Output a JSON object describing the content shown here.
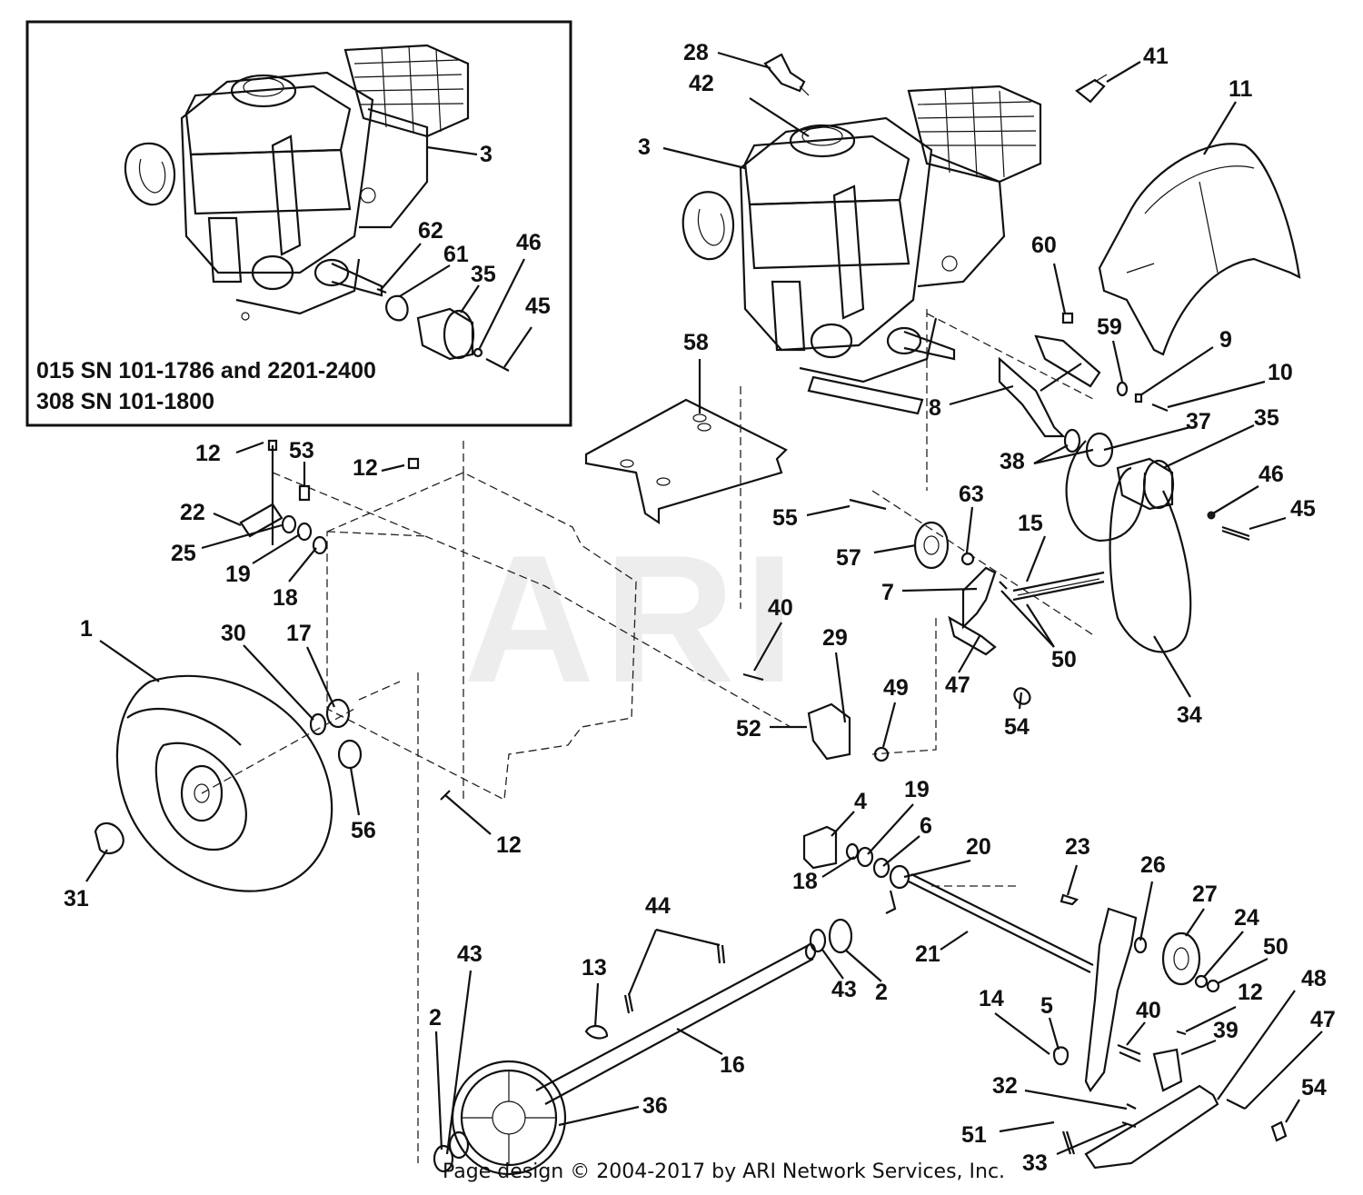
{
  "inset": {
    "line1": "015 SN 101-1786 and 2201-2400",
    "line2": "308 SN 101-1800"
  },
  "watermark": "ARI",
  "copyright": "Page design © 2004-2017 by ARI Network Services, Inc.",
  "callouts": [
    {
      "id": "c-3-inset",
      "text": "3"
    },
    {
      "id": "c-62",
      "text": "62"
    },
    {
      "id": "c-61",
      "text": "61"
    },
    {
      "id": "c-35-inset",
      "text": "35"
    },
    {
      "id": "c-46-inset",
      "text": "46"
    },
    {
      "id": "c-45-inset",
      "text": "45"
    },
    {
      "id": "c-28",
      "text": "28"
    },
    {
      "id": "c-42",
      "text": "42"
    },
    {
      "id": "c-3",
      "text": "3"
    },
    {
      "id": "c-41",
      "text": "41"
    },
    {
      "id": "c-11",
      "text": "11"
    },
    {
      "id": "c-60",
      "text": "60"
    },
    {
      "id": "c-59",
      "text": "59"
    },
    {
      "id": "c-9",
      "text": "9"
    },
    {
      "id": "c-10",
      "text": "10"
    },
    {
      "id": "c-8",
      "text": "8"
    },
    {
      "id": "c-58",
      "text": "58"
    },
    {
      "id": "c-38",
      "text": "38"
    },
    {
      "id": "c-37",
      "text": "37"
    },
    {
      "id": "c-35",
      "text": "35"
    },
    {
      "id": "c-46",
      "text": "46"
    },
    {
      "id": "c-45",
      "text": "45"
    },
    {
      "id": "c-12-a",
      "text": "12"
    },
    {
      "id": "c-53",
      "text": "53"
    },
    {
      "id": "c-12-b",
      "text": "12"
    },
    {
      "id": "c-22",
      "text": "22"
    },
    {
      "id": "c-25",
      "text": "25"
    },
    {
      "id": "c-19-a",
      "text": "19"
    },
    {
      "id": "c-18-a",
      "text": "18"
    },
    {
      "id": "c-55",
      "text": "55"
    },
    {
      "id": "c-63",
      "text": "63"
    },
    {
      "id": "c-57",
      "text": "57"
    },
    {
      "id": "c-15",
      "text": "15"
    },
    {
      "id": "c-7",
      "text": "7"
    },
    {
      "id": "c-50-a",
      "text": "50"
    },
    {
      "id": "c-1",
      "text": "1"
    },
    {
      "id": "c-30",
      "text": "30"
    },
    {
      "id": "c-17",
      "text": "17"
    },
    {
      "id": "c-40-a",
      "text": "40"
    },
    {
      "id": "c-29",
      "text": "29"
    },
    {
      "id": "c-47-a",
      "text": "47"
    },
    {
      "id": "c-54-a",
      "text": "54"
    },
    {
      "id": "c-34",
      "text": "34"
    },
    {
      "id": "c-49",
      "text": "49"
    },
    {
      "id": "c-52",
      "text": "52"
    },
    {
      "id": "c-56",
      "text": "56"
    },
    {
      "id": "c-31",
      "text": "31"
    },
    {
      "id": "c-12-c",
      "text": "12"
    },
    {
      "id": "c-4",
      "text": "4"
    },
    {
      "id": "c-19-b",
      "text": "19"
    },
    {
      "id": "c-6",
      "text": "6"
    },
    {
      "id": "c-18-b",
      "text": "18"
    },
    {
      "id": "c-20",
      "text": "20"
    },
    {
      "id": "c-23",
      "text": "23"
    },
    {
      "id": "c-26",
      "text": "26"
    },
    {
      "id": "c-27",
      "text": "27"
    },
    {
      "id": "c-24",
      "text": "24"
    },
    {
      "id": "c-50-b",
      "text": "50"
    },
    {
      "id": "c-21",
      "text": "21"
    },
    {
      "id": "c-44",
      "text": "44"
    },
    {
      "id": "c-43-a",
      "text": "43"
    },
    {
      "id": "c-13",
      "text": "13"
    },
    {
      "id": "c-43-b",
      "text": "43"
    },
    {
      "id": "c-2-a",
      "text": "2"
    },
    {
      "id": "c-2-b",
      "text": "2"
    },
    {
      "id": "c-14",
      "text": "14"
    },
    {
      "id": "c-5",
      "text": "5"
    },
    {
      "id": "c-40-b",
      "text": "40"
    },
    {
      "id": "c-12-d",
      "text": "12"
    },
    {
      "id": "c-48",
      "text": "48"
    },
    {
      "id": "c-47-b",
      "text": "47"
    },
    {
      "id": "c-39",
      "text": "39"
    },
    {
      "id": "c-16",
      "text": "16"
    },
    {
      "id": "c-36",
      "text": "36"
    },
    {
      "id": "c-32",
      "text": "32"
    },
    {
      "id": "c-51",
      "text": "51"
    },
    {
      "id": "c-33",
      "text": "33"
    },
    {
      "id": "c-54-b",
      "text": "54"
    }
  ]
}
